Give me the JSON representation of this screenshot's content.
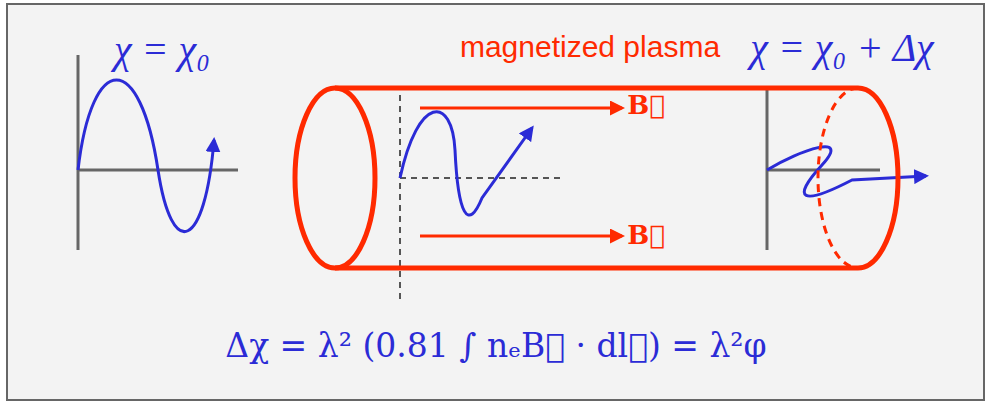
{
  "diagram": {
    "nodes": [
      {
        "text": [
          "magnetized plasma"
        ]
      }
    ],
    "labels": [
      "χ = χ₀",
      "B⃗",
      "B⃗",
      "χ = χ₀ + Δχ",
      "Δχ = λ² (0.81 ∫ nₑB⃗ · dl⃗) = λ²φ"
    ]
  }
}
